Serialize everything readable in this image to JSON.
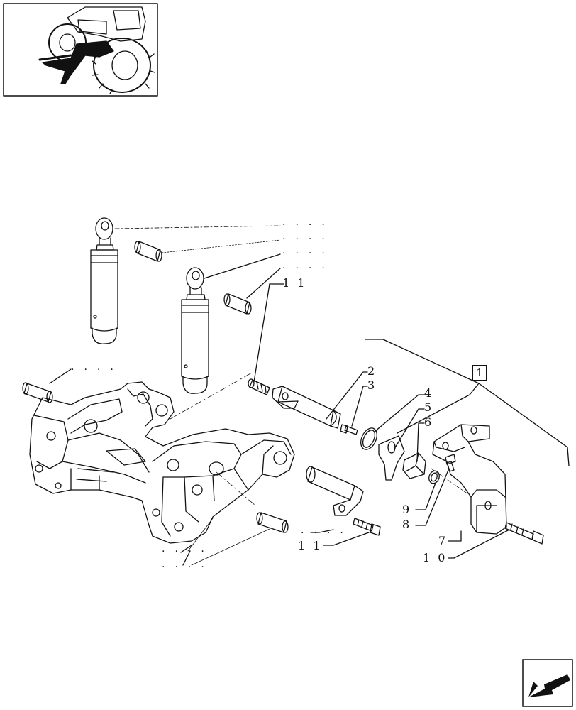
{
  "diagram": {
    "callouts": [
      {
        "id": "c2",
        "text": "2"
      },
      {
        "id": "c3",
        "text": "3"
      },
      {
        "id": "c4",
        "text": "4"
      },
      {
        "id": "c5",
        "text": "5"
      },
      {
        "id": "c6",
        "text": "6"
      },
      {
        "id": "c7",
        "text": "7"
      },
      {
        "id": "c8",
        "text": "8"
      },
      {
        "id": "c9",
        "text": "9"
      },
      {
        "id": "c10",
        "text": "1 0"
      },
      {
        "id": "c11a",
        "text": "1 1"
      },
      {
        "id": "c11b",
        "text": "1 1"
      }
    ],
    "boxed_label": "1",
    "dot_marker": "....",
    "dot_marker_short": "...."
  },
  "thumbnail": {
    "icon": "tractor-location-icon"
  },
  "nav": {
    "icon": "next-page-arrow-icon"
  }
}
